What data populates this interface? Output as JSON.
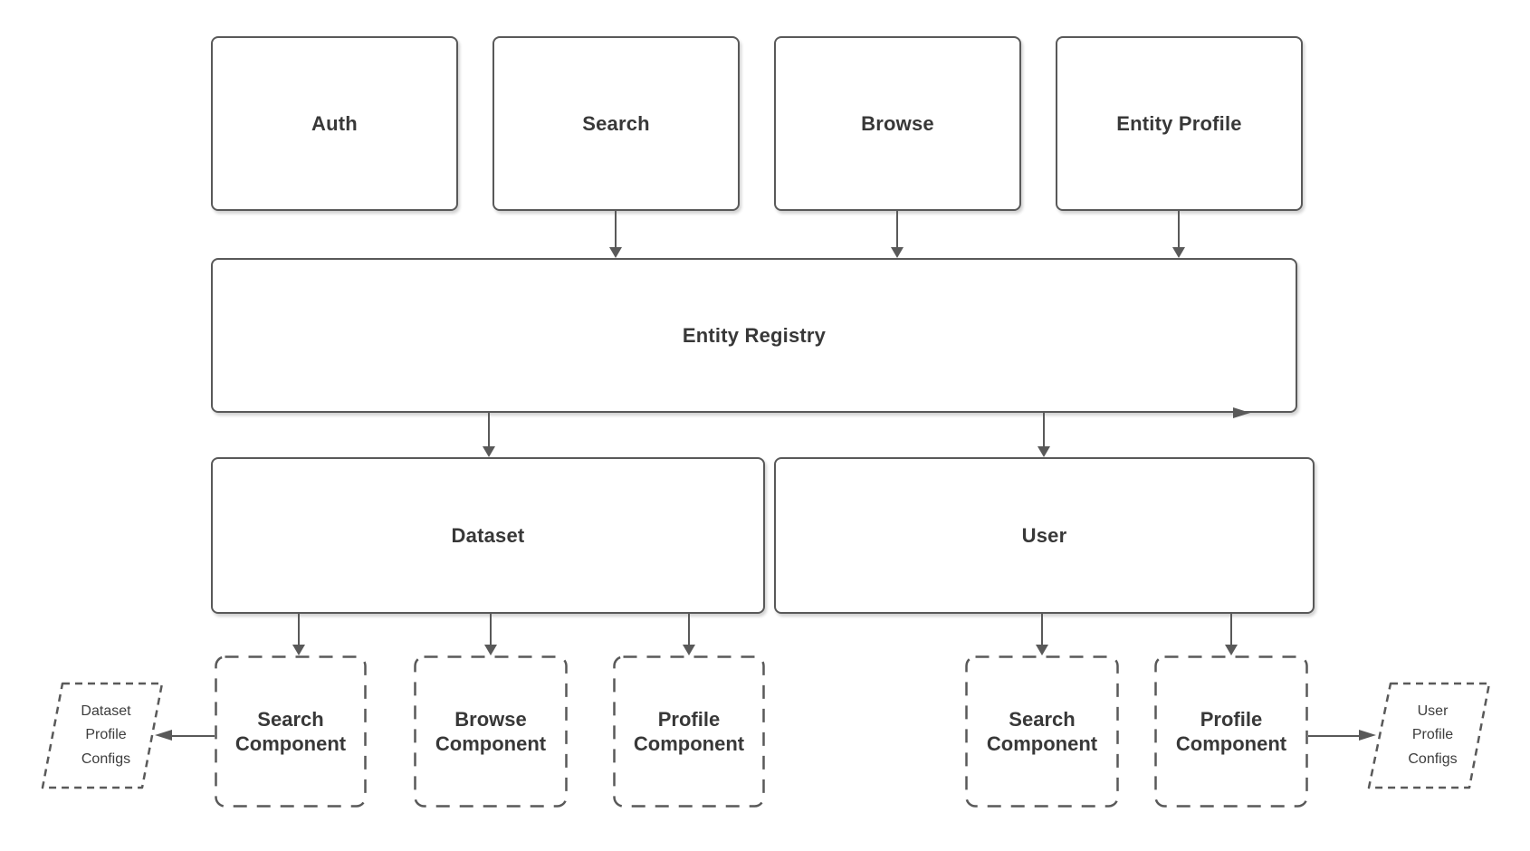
{
  "diagram": {
    "nodes": {
      "auth": {
        "label": "Auth"
      },
      "search": {
        "label": "Search"
      },
      "browse": {
        "label": "Browse"
      },
      "entity_profile": {
        "label": "Entity Profile"
      },
      "entity_registry": {
        "label": "Entity Registry"
      },
      "dataset": {
        "label": "Dataset"
      },
      "user": {
        "label": "User"
      },
      "dataset_search_component": {
        "label": "Search\nComponent"
      },
      "dataset_browse_component": {
        "label": "Browse\nComponent"
      },
      "dataset_profile_component": {
        "label": "Profile\nComponent"
      },
      "user_search_component": {
        "label": "Search\nComponent"
      },
      "user_profile_component": {
        "label": "Profile\nComponent"
      },
      "dataset_profile_configs": {
        "label": "Dataset\nProfile\nConfigs"
      },
      "user_profile_configs": {
        "label": "User\nProfile\nConfigs"
      }
    },
    "edges": [
      {
        "from": "search",
        "to": "entity_registry",
        "direction": "down"
      },
      {
        "from": "browse",
        "to": "entity_registry",
        "direction": "down"
      },
      {
        "from": "entity_profile",
        "to": "entity_registry",
        "direction": "down"
      },
      {
        "from": "entity_registry",
        "to": "dataset",
        "direction": "down"
      },
      {
        "from": "entity_registry",
        "to": "user",
        "direction": "down"
      },
      {
        "from": "entity_registry",
        "to": "entity_registry_right_edge",
        "direction": "right"
      },
      {
        "from": "dataset",
        "to": "dataset_search_component",
        "direction": "down"
      },
      {
        "from": "dataset",
        "to": "dataset_browse_component",
        "direction": "down"
      },
      {
        "from": "dataset",
        "to": "dataset_profile_component",
        "direction": "down"
      },
      {
        "from": "user",
        "to": "user_search_component",
        "direction": "down"
      },
      {
        "from": "user",
        "to": "user_profile_component",
        "direction": "down"
      },
      {
        "from": "dataset_search_component",
        "to": "dataset_profile_configs",
        "direction": "left"
      },
      {
        "from": "user_profile_component",
        "to": "user_profile_configs",
        "direction": "right"
      }
    ],
    "colors": {
      "stroke": "#595959",
      "text": "#383838",
      "canvas": "#ffffff"
    }
  }
}
